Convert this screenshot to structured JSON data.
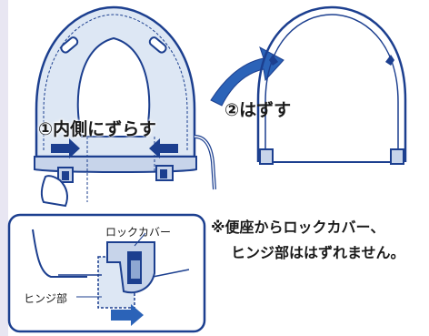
{
  "step1": "①内側にずらす",
  "step2": "②はずす",
  "callout_lock_cover": "ロックカバー",
  "callout_hinge": "ヒンジ部",
  "note_lines": [
    "※便座からロックカバー、",
    "ヒンジ部ははずれません。"
  ],
  "colors": {
    "outline": "#1c3f8f",
    "seat_fill": "#dde7f4",
    "hinge_fill": "#c7d4ea",
    "accent_arrow": "#2b63b8",
    "left_strip": "#e8e6f2"
  },
  "icons": [
    "arrow-push-in-icon",
    "arrow-lift-off-icon",
    "arrow-slide-right-icon",
    "hand-icon"
  ]
}
